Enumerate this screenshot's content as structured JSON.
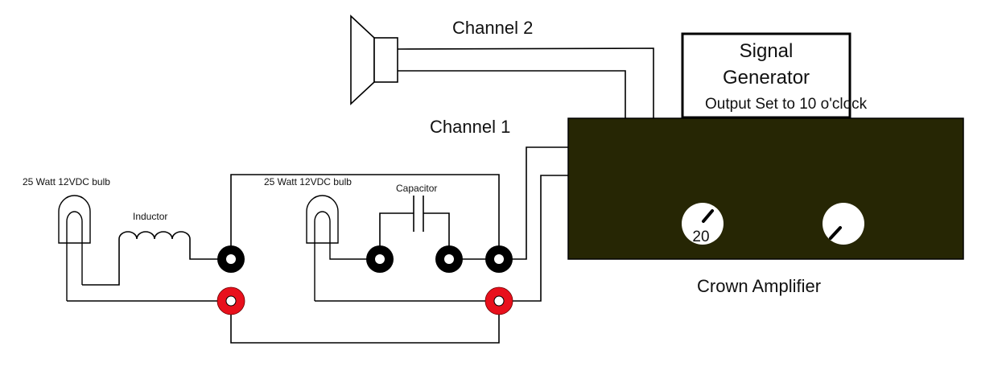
{
  "diagram": {
    "channel_labels": {
      "channel1": "Channel 1",
      "channel2": "Channel 2"
    },
    "signal_generator": {
      "line1": "Signal",
      "line2": "Generator",
      "setting": "Output Set to 10 o'clock"
    },
    "amplifier": {
      "label": "Crown Amplifier",
      "body_color": "#262604",
      "knob1_label": "20"
    },
    "components": {
      "bulb1_label": "25 Watt 12VDC bulb",
      "bulb2_label": "25 Watt 12VDC bulb",
      "inductor_label": "Inductor",
      "capacitor_label": "Capacitor"
    },
    "colors": {
      "black_post": "#000000",
      "red_post": "#e8101c",
      "wire": "#000000"
    }
  }
}
